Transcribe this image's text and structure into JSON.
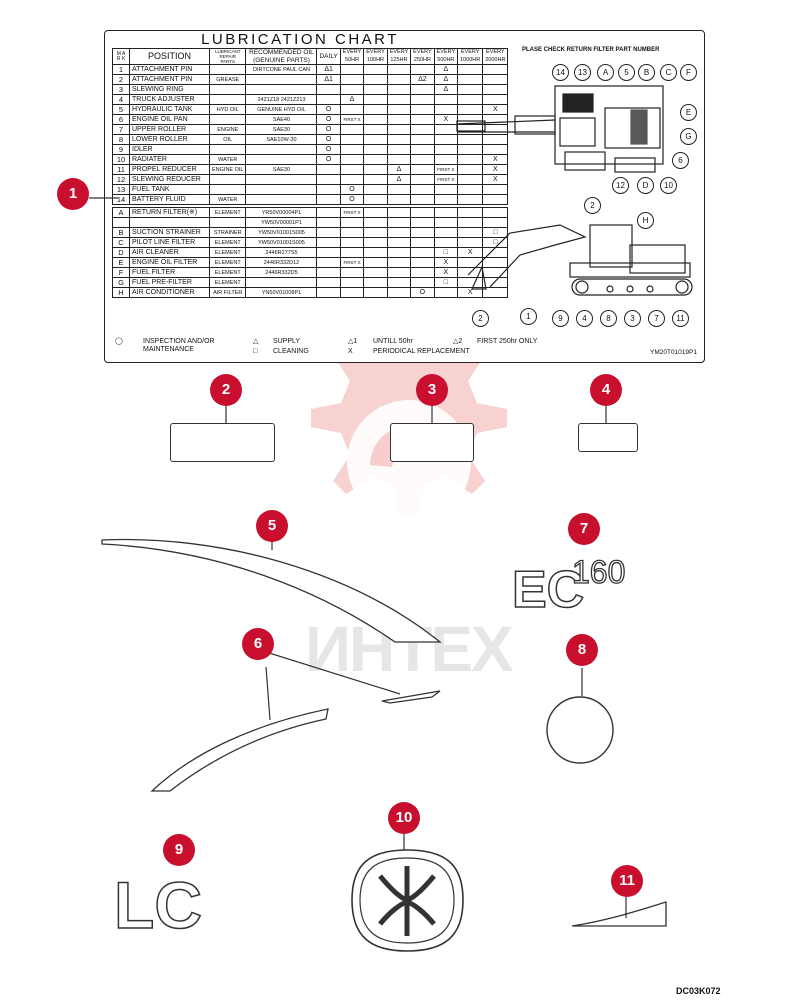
{
  "chart": {
    "title": "LUBRICATION CHART",
    "headers": {
      "mark": "M A R K",
      "position": "POSITION",
      "lubricant": "LUBRICANT REPAIR PARTS",
      "recommended": "RECOMMENDED OIL (GENUINE PARTS)",
      "daily": "DAILY",
      "every_50": "EVERY 50HR",
      "every_100": "EVERY 100HR",
      "every_125": "EVERY 125HR",
      "every_250": "EVERY 250HR",
      "every_500": "EVERY 500HR",
      "every_1000": "EVERY 1000HR",
      "every_2000": "EVERY 2000HR"
    },
    "rows": [
      {
        "mark": "1",
        "position": "ATTACHMENT PIN",
        "lub": "",
        "oil": "DIRTCONE  PAUL CAN",
        "c": [
          "Δ1",
          "",
          "",
          "",
          "",
          "Δ",
          "",
          ""
        ]
      },
      {
        "mark": "2",
        "position": "ATTACHMENT PIN",
        "lub": "GREASE",
        "oil": "",
        "c": [
          "Δ1",
          "",
          "",
          "",
          "Δ2",
          "Δ",
          "",
          ""
        ]
      },
      {
        "mark": "3",
        "position": "SLEWING RING",
        "lub": "",
        "oil": "",
        "c": [
          "",
          "",
          "",
          "",
          "",
          "Δ",
          "",
          ""
        ]
      },
      {
        "mark": "4",
        "position": "TRUCK ADJUSTER",
        "lub": "",
        "oil": "2421Z18  2421Z213",
        "c": [
          "",
          "Δ",
          "",
          "",
          "",
          "",
          "",
          ""
        ]
      },
      {
        "mark": "5",
        "position": "HYDRAULIC TANK",
        "lub": "HYD OIL",
        "oil": "GENUINE HYD OIL",
        "c": [
          "O",
          "",
          "",
          "",
          "",
          "",
          "",
          "X"
        ]
      },
      {
        "mark": "6",
        "position": "ENGINE OIL PAN",
        "lub": "",
        "oil": "SAE40",
        "c": [
          "O",
          "FIRST X",
          "",
          "",
          "",
          "X",
          "",
          ""
        ]
      },
      {
        "mark": "7",
        "position": "UPPER ROLLER",
        "lub": "ENGINE",
        "oil": "SAE30",
        "c": [
          "O",
          "",
          "",
          "",
          "",
          "",
          "",
          ""
        ]
      },
      {
        "mark": "8",
        "position": "LOWER ROLLER",
        "lub": "OIL",
        "oil": "SAE10W-30",
        "c": [
          "O",
          "",
          "",
          "",
          "",
          "",
          "",
          ""
        ]
      },
      {
        "mark": "9",
        "position": "IDLER",
        "lub": "",
        "oil": "",
        "c": [
          "O",
          "",
          "",
          "",
          "",
          "",
          "",
          ""
        ]
      },
      {
        "mark": "10",
        "position": "RADIATER",
        "lub": "WATER",
        "oil": "",
        "c": [
          "O",
          "",
          "",
          "",
          "",
          "",
          "",
          "X"
        ]
      },
      {
        "mark": "11",
        "position": "PROPEL REDUCER",
        "lub": "ENGINE OIL",
        "oil": "SAE30",
        "c": [
          "",
          "",
          "",
          "Δ",
          "",
          "FIRST X",
          "",
          "X"
        ]
      },
      {
        "mark": "12",
        "position": "SLEWING REDUCER",
        "lub": "",
        "oil": "",
        "c": [
          "",
          "",
          "",
          "Δ",
          "",
          "FIRST X",
          "",
          "X"
        ]
      },
      {
        "mark": "13",
        "position": "FUEL TANK",
        "lub": "",
        "oil": "",
        "c": [
          "",
          "O",
          "",
          "",
          "",
          "",
          "",
          ""
        ]
      },
      {
        "mark": "14",
        "position": "BATTERY FLUID",
        "lub": "WATER",
        "oil": "",
        "c": [
          "",
          "O",
          "",
          "",
          "",
          "",
          "",
          ""
        ]
      }
    ],
    "parts": [
      {
        "mark": "A",
        "position": "RETURN FILTER(※)",
        "lub": "ELEMENT",
        "oil": "YR50V00004P1",
        "c": [
          "",
          "FIRST X",
          "",
          "",
          "",
          "",
          "",
          ""
        ]
      },
      {
        "mark": "",
        "position": "",
        "lub": "",
        "oil": "YW50V00001P1",
        "c": [
          "",
          "",
          "",
          "",
          "",
          "",
          "",
          ""
        ]
      },
      {
        "mark": "B",
        "position": "SUCTION STRAINER",
        "lub": "STRAINER",
        "oil": "YW50V01001S005",
        "c": [
          "",
          "",
          "",
          "",
          "",
          "",
          "",
          "□"
        ]
      },
      {
        "mark": "C",
        "position": "PILOT LINE FILTER",
        "lub": "ELEMENT",
        "oil": "YW50V01001S005",
        "c": [
          "",
          "",
          "",
          "",
          "",
          "",
          "",
          "□"
        ]
      },
      {
        "mark": "D",
        "position": "AIR CLEANER",
        "lub": "ELEMENT",
        "oil": "2446R277S5",
        "c": [
          "",
          "",
          "",
          "",
          "",
          "□",
          "X",
          ""
        ]
      },
      {
        "mark": "E",
        "position": "ENGINE OIL FILTER",
        "lub": "ELEMENT",
        "oil": "2446R332D12",
        "c": [
          "",
          "FIRST X",
          "",
          "",
          "",
          "X",
          "",
          ""
        ]
      },
      {
        "mark": "F",
        "position": "FUEL FILTER",
        "lub": "ELEMENT",
        "oil": "2446R332D5",
        "c": [
          "",
          "",
          "",
          "",
          "",
          "X",
          "",
          ""
        ]
      },
      {
        "mark": "G",
        "position": "FUEL PRE-FILTER",
        "lub": "ELEMENT",
        "oil": "",
        "c": [
          "",
          "",
          "",
          "",
          "",
          "□",
          "",
          ""
        ]
      },
      {
        "mark": "H",
        "position": "AIR CONDITIONER",
        "lub": "AIR FILTER",
        "oil": "YN50V01008P1",
        "c": [
          "",
          "",
          "",
          "",
          "O",
          "",
          "X",
          ""
        ]
      }
    ],
    "legend": {
      "inspection": "INSPECTION AND/OR MAINTENANCE",
      "supply": "SUPPLY",
      "cleaning": "CLEANING",
      "until50": "UNTILL 50hr",
      "first250": "FIRST 250hr ONLY",
      "replacement": "PERIODICAL REPLACEMENT"
    },
    "note": "PLASE CHECK RETURN FILTER PART NUMBER",
    "plate_code": "YM20T01019P1",
    "machine_top_labels": [
      "14",
      "13",
      "A",
      "5",
      "B",
      "C",
      "F",
      "E",
      "G",
      "6",
      "10",
      "D",
      "12"
    ],
    "machine_side_labels": [
      "2",
      "H",
      "2",
      "1",
      "9",
      "4",
      "8",
      "3",
      "7",
      "11"
    ]
  },
  "balloons": [
    "1",
    "2",
    "3",
    "4",
    "5",
    "6",
    "7",
    "8",
    "9",
    "10",
    "11"
  ],
  "decals": {
    "model_ec": "EC",
    "model_number": "160",
    "lc": "LC"
  },
  "watermark": "ИНТЕХ",
  "drawing_code": "DC03K072",
  "colors": {
    "balloon": "#c8102e",
    "watermark": "#f4b3b3"
  }
}
